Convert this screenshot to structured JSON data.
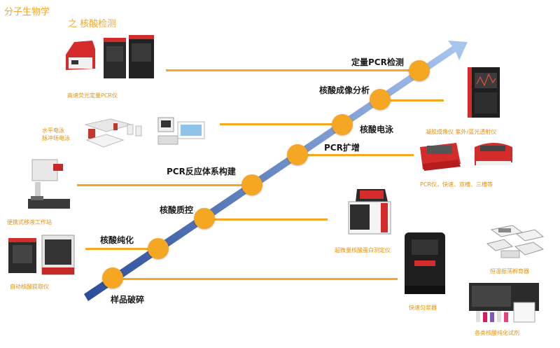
{
  "title": {
    "line1": "分子生物学",
    "line2": "之 核酸检测"
  },
  "steps": [
    {
      "label": "定量PCR检测"
    },
    {
      "label": "核酸成像分析"
    },
    {
      "label": "核酸电泳"
    },
    {
      "label": "PCR扩增"
    },
    {
      "label": "PCR反应体系构建"
    },
    {
      "label": "核酸质控"
    },
    {
      "label": "核酸纯化"
    },
    {
      "label": "样品破碎"
    }
  ],
  "instruments": [
    {
      "caption": "高速荧光定量PCR仪"
    },
    {
      "caption": "水平电泳"
    },
    {
      "caption": "脉冲场电泳"
    },
    {
      "caption": "便携式移液工作站"
    },
    {
      "caption": "自动核酸提取仪"
    },
    {
      "caption": "凝胶成像仪 紫外/蓝光透射仪"
    },
    {
      "caption": "PCR仪，快速、双槽、三槽等"
    },
    {
      "caption": "超微量核酸蛋白测定仪"
    },
    {
      "caption": "快速匀浆器"
    },
    {
      "caption": "恒温振荡孵育器"
    },
    {
      "caption": "各类核酸纯化试剂"
    }
  ],
  "colors": {
    "accent": "#f5a623",
    "arrow_start": "#2b4c9a",
    "arrow_end": "#a9c8f0",
    "device_red": "#d42b2b",
    "device_dark": "#2a2a2a"
  }
}
